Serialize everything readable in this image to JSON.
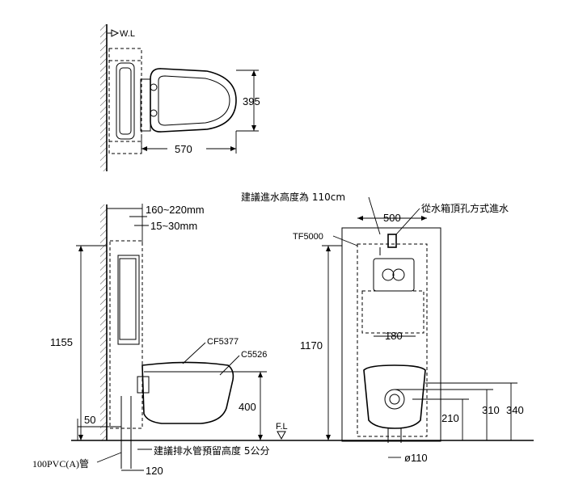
{
  "top_view": {
    "wl_label": "W.L",
    "dim_395": "395",
    "dim_570": "570"
  },
  "side_view": {
    "dim_160_220": "160~220mm",
    "dim_15_30": "15~30mm",
    "dim_1155": "1155",
    "model_cf5377": "CF5377",
    "model_c5526": "C5526",
    "dim_400": "400",
    "dim_50": "50",
    "pipe_label": "100PVC(A)管",
    "drain_note": "建議排水管預留高度 5公分",
    "dim_120": "120",
    "fl_label": "F.L"
  },
  "front_view": {
    "inlet_height_note": "建議進水高度為 110cm",
    "tank_top_inlet_note": "從水箱頂孔方式進水",
    "tank_model": "TF5000",
    "dim_500": "500",
    "dim_180": "180",
    "dim_1170": "1170",
    "dim_210": "210",
    "dim_310": "310",
    "dim_340": "340",
    "dim_d110": "ø110"
  }
}
